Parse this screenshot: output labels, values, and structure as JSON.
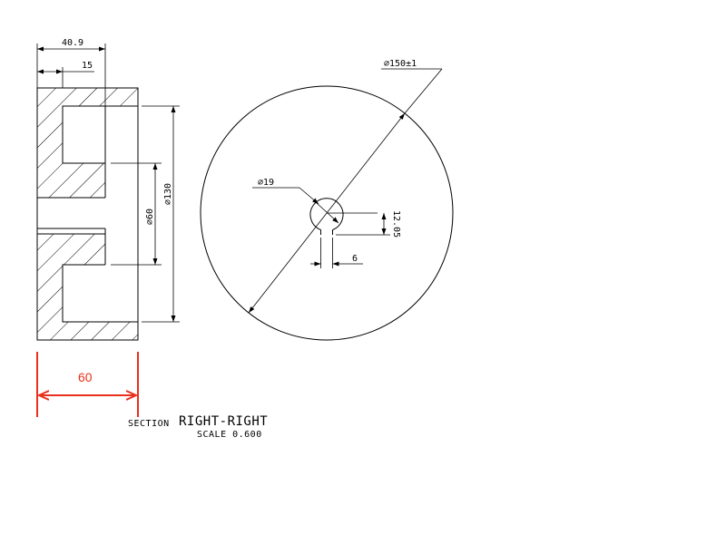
{
  "drawing": {
    "section_view": {
      "dim_overall_width": "40.9",
      "dim_step": "15",
      "dim_bore_diameter": "⌀60",
      "dim_hub_diameter": "⌀130"
    },
    "front_view": {
      "dim_outer_diameter": "⌀150±1",
      "dim_shaft_diameter": "⌀19",
      "dim_keyway_depth": "12.05",
      "dim_keyway_width": "6"
    },
    "annotation": {
      "value": "60",
      "color": "#e8301c"
    },
    "caption": {
      "section_word": "SECTION",
      "section_name": "RIGHT-RIGHT",
      "scale_text": "SCALE  0.600"
    }
  }
}
